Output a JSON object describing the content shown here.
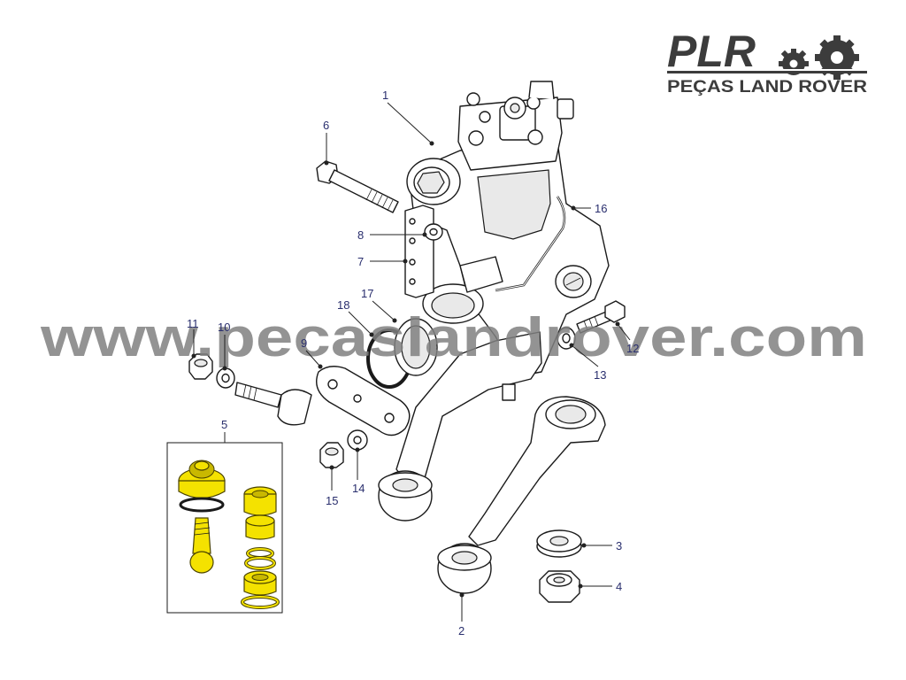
{
  "brand": {
    "logo_text": "PLR",
    "tagline": "PEÇAS LAND ROVER",
    "logo_icon": "gears-icon"
  },
  "watermark": "www.pecaslandrover.com",
  "callouts": {
    "c1": "1",
    "c2": "2",
    "c3": "3",
    "c4": "4",
    "c5": "5",
    "c6": "6",
    "c7": "7",
    "c8": "8",
    "c9": "9",
    "c10": "10",
    "c11": "11",
    "c12": "12",
    "c13": "13",
    "c14": "14",
    "c15": "15",
    "c16": "16",
    "c17": "17",
    "c18": "18"
  },
  "colors": {
    "callout_text": "#2a2f6e",
    "highlight": "#f4e200",
    "watermark": "#808080"
  }
}
